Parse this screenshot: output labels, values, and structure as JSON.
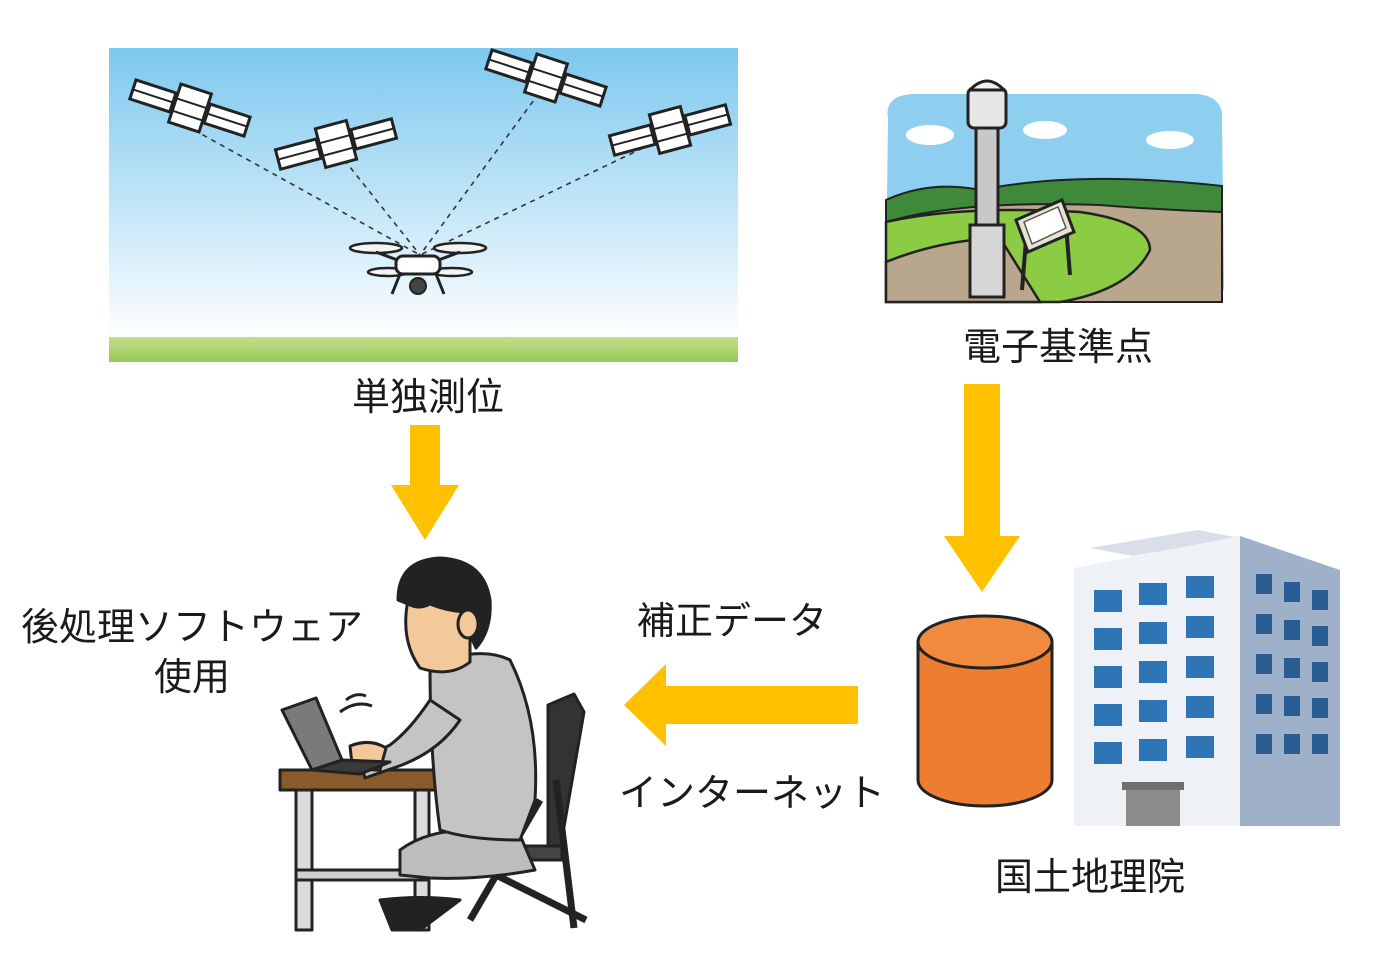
{
  "labels": {
    "standalone_positioning": "単独測位",
    "reference_station": "電子基準点",
    "gsi": "国土地理院",
    "software_line1": "後処理ソフトウェア",
    "software_line2": "使用",
    "correction_data": "補正データ",
    "internet": "インターネット"
  },
  "icons": {
    "satellite": "satellite-icon",
    "drone": "drone-icon",
    "station": "reference-station-icon",
    "database": "database-icon",
    "building": "office-building-icon",
    "person": "person-at-laptop-icon"
  },
  "colors": {
    "arrow": "#ffc000",
    "sky_top": "#7cc8ee",
    "ground": "#a8d46a",
    "database": "#ed7d31",
    "building": "#aabad2",
    "window": "#2e75b6"
  }
}
